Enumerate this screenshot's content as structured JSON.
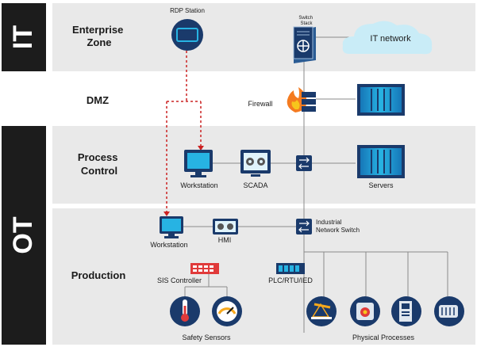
{
  "side_labels": {
    "it": "IT",
    "ot": "OT"
  },
  "zones": {
    "enterprise": "Enterprise\nZone",
    "dmz": "DMZ",
    "process_control": "Process\nControl",
    "production": "Production"
  },
  "labels": {
    "rdp_station": "RDP Station",
    "switch_stack": "Switch\nStack",
    "it_network": "IT network",
    "firewall": "Firewall",
    "workstation_pc": "Workstation",
    "scada": "SCADA",
    "servers": "Servers",
    "workstation_prod": "Workstation",
    "hmi": "HMI",
    "industrial_switch": "Industrial\nNetwork Switch",
    "sis_controller": "SIS Controller",
    "plc": "PLC/RTU/IED",
    "safety_sensors": "Safety Sensors",
    "physical_processes": "Physical Processes"
  },
  "colors": {
    "navy": "#1a3a6b",
    "zone_bg": "#e9e9e9",
    "side_bar": "#1c1c1c",
    "cyan": "#1aa3d9",
    "red_dashed": "#cc2222",
    "cloud": "#c9ecf7"
  }
}
